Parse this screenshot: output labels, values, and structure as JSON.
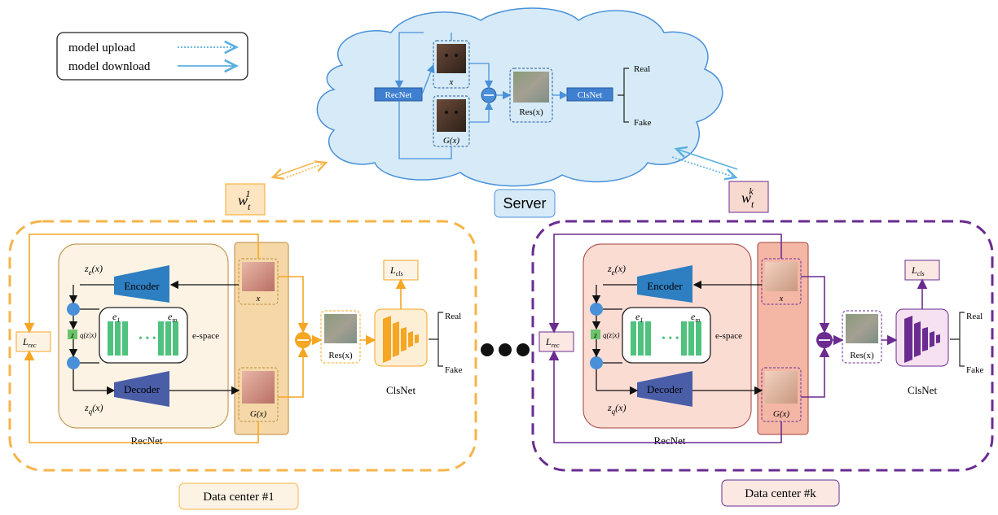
{
  "legend": {
    "upload_label": "model upload",
    "download_label": "model download"
  },
  "server": {
    "label": "Server",
    "recnet": "RecNet",
    "clsnet": "ClsNet",
    "x_label": "x",
    "gx_label": "G(x)",
    "res_label": "Res(x)",
    "real": "Real",
    "fake": "Fake"
  },
  "weights": {
    "w1": {
      "base": "w",
      "sub": "t",
      "sup": "1"
    },
    "wk": {
      "base": "w",
      "sub": "t",
      "sup": "k"
    }
  },
  "center1": {
    "name": "Data center #1",
    "encoder": "Encoder",
    "decoder": "Decoder",
    "ze": "z",
    "ze_sub": "e",
    "ze_arg": "(x)",
    "zq": "z",
    "zq_sub": "q",
    "zq_arg": "(x)",
    "z_box": "z",
    "qzx": "q(z|x)",
    "e1": "e",
    "e1_sub": "1",
    "em": "e",
    "em_sub": "m",
    "espace": "e-space",
    "lrec": "L",
    "lrec_sub": "rec",
    "lcls": "L",
    "lcls_sub": "cls",
    "x_label": "x",
    "gx_label": "G(x)",
    "res_label": "Res(x)",
    "clsnet": "ClsNet",
    "recnet": "RecNet",
    "real": "Real",
    "fake": "Fake"
  },
  "centerk": {
    "name": "Data center #k",
    "encoder": "Encoder",
    "decoder": "Decoder",
    "ze": "z",
    "ze_sub": "e",
    "ze_arg": "(x)",
    "zq": "z",
    "zq_sub": "q",
    "zq_arg": "(x)",
    "z_box": "z",
    "qzx": "q(z|x)",
    "e1": "e",
    "e1_sub": "1",
    "em": "e",
    "em_sub": "m",
    "espace": "e-space",
    "lrec": "L",
    "lrec_sub": "rec",
    "lcls": "L",
    "lcls_sub": "cls",
    "x_label": "x",
    "gx_label": "G(x)",
    "res_label": "Res(x)",
    "clsnet": "ClsNet",
    "recnet": "RecNet",
    "real": "Real",
    "fake": "Fake"
  },
  "colors": {
    "orange": "#f5a623",
    "purple": "#6a2c91",
    "blue": "#4a90d9",
    "cloud": "#d6ebf7",
    "recnet_bg1": "#fdf3e4",
    "recnet_bgk": "#fbdcd3",
    "stack1": "#f6d8a8",
    "stackk": "#f4b7a6",
    "encoder": "#2e7fc1",
    "decoder": "#4a5ea8"
  }
}
